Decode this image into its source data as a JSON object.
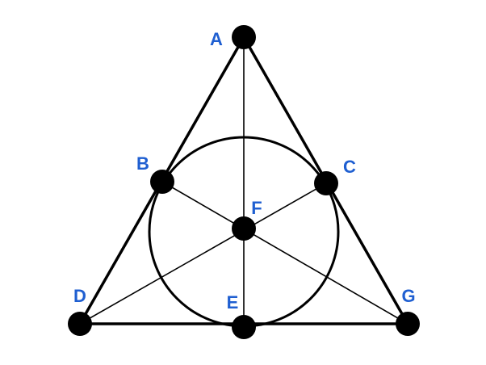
{
  "colors": {
    "line": "#000000",
    "node": "#000000",
    "label": "#1f5fd1",
    "background": "#ffffff"
  },
  "nodes": [
    {
      "id": "A",
      "label": "A"
    },
    {
      "id": "B",
      "label": "B"
    },
    {
      "id": "C",
      "label": "C"
    },
    {
      "id": "D",
      "label": "D"
    },
    {
      "id": "E",
      "label": "E"
    },
    {
      "id": "F",
      "label": "F"
    },
    {
      "id": "G",
      "label": "G"
    }
  ],
  "edges": [
    {
      "from": "A",
      "to": "D"
    },
    {
      "from": "A",
      "to": "G"
    },
    {
      "from": "D",
      "to": "G"
    },
    {
      "from": "A",
      "to": "E"
    },
    {
      "from": "B",
      "to": "G"
    },
    {
      "from": "C",
      "to": "D"
    }
  ],
  "circle": {
    "through": [
      "B",
      "C",
      "E"
    ]
  }
}
